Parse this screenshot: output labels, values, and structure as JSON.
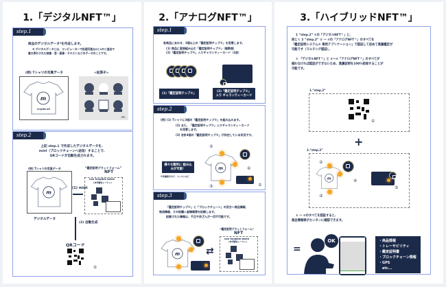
{
  "col1": {
    "title": "1.「デジタルNFT™」",
    "step1": {
      "label": "step.1",
      "line1": "商品のデジタルデータ*を作成します。",
      "note1": "※ デジタルデータとは、コンピューターで処理可能な0と1の二進法で",
      "note2": "書き表わされた映像・音・画像・テキストなどのデータのことです。",
      "photo_label": "(例) Tシャツの写真データ",
      "ext_label": "<拡張子>",
      "etc": "etc.",
      "brand": "crypto-all"
    },
    "step2": {
      "label": "step.2",
      "line1": "上記 step.1 で作成したデジタルデータを、",
      "line2": "mint（ブロックチェーンへ送信）することで、",
      "line3": "QRコードが自動生成されます。",
      "photo_label": "(例) Tシャツの写真データ",
      "platform": "“鑑定証明プラットフォーム”",
      "nft": "NFT",
      "nft_sub": "non fungible token",
      "nft_sub2": "(非代替性トークン)",
      "mint": "(1) mint",
      "digital_data": "デジタルデータ",
      "auto": "(2) 自動生成",
      "qr_label": "QRコード",
      "marker": "①"
    }
  },
  "col2": {
    "title": "2.「アナログNFT™」",
    "step1": {
      "label": "step.1",
      "line1": "各商品にあわせ、2個以上の「鑑定証明チップ®」を用意します。",
      "line2": "(1) 商品に直接組み込む「鑑定証明チップ®」（複数個）",
      "line3": "(2)「鑑定証明チップ®」入りギャランティーカード（1枚）",
      "btn1": "(1)「鑑定証明チップ®」",
      "btn2": "(2)「鑑定証明チップ®」入り ギャランティーカード"
    },
    "step2": {
      "label": "step.2",
      "line1": "(例)  (1) Tシャツに3個の「鑑定証明チップ®」を組み込みます。",
      "line2": "(2) また、「鑑定証明チップ®」入りギャランティーカード",
      "line3": "を用意します。",
      "line4": "(3) 合計4個の「鑑定証明チップ®」が存在している状況です。",
      "callout": "様々な箇所に 組み込みが可能！",
      "callout_note": "※洗濯表示タグ、ワッペンなど",
      "markers": [
        "②",
        "③",
        "④",
        "⑤"
      ]
    },
    "step3": {
      "label": "step.3",
      "line1": "「鑑定証明チップ®」と「ブロックチェーン」の双方へ商品情報、",
      "line2": "物流情報、その他購入者情報等を記録します。",
      "line3": "記録された情報は、不正や改ざんが一切不可能です。",
      "platform": "“鑑定証明プラットフォーム”",
      "nft": "NFT",
      "nft_sub": "non fungible token",
      "nft_sub2": "(非代替性トークン)"
    }
  },
  "col3": {
    "title": "3.「ハイブリッドNFT™」",
    "p1": [
      "1 “step.2” ①の「デジタルNFT™」と、",
      "同じく 2 “step.2” ② ～ ⑤の「アナログNFT™」のすべてを",
      "「鑑定証明システム® 専用アプリケーション」で認証して初めて真贋鑑定が",
      "可能です（マルチシグ認証）。"
    ],
    "p2": [
      "① 「デジタルNFT™」と ②～⑤「アナログNFT™」のすべてが",
      "揃わなければ認証ができないため、真贋証明を100%担保することが",
      "可能です。"
    ],
    "box1_label": "1.“step.2”",
    "plus": "+",
    "box2_label": "2.“step.2”",
    "markers": [
      "①",
      "②",
      "③",
      "④",
      "⑤"
    ],
    "p3": [
      "① ～ ⑤のすべてを認証すると、",
      "商品情報等がカンタンに確認できます。"
    ],
    "equals": "=",
    "ok": "OK",
    "info_items": [
      "・商品情報",
      "・トレーサビリティ",
      "・鑑定証明書",
      "・ブロックチェーン情報",
      "・GPS",
      "　etc..."
    ]
  },
  "colors": {
    "navy": "#1c2a4a",
    "orange": "#f5a623",
    "border": "#8da2e6"
  }
}
